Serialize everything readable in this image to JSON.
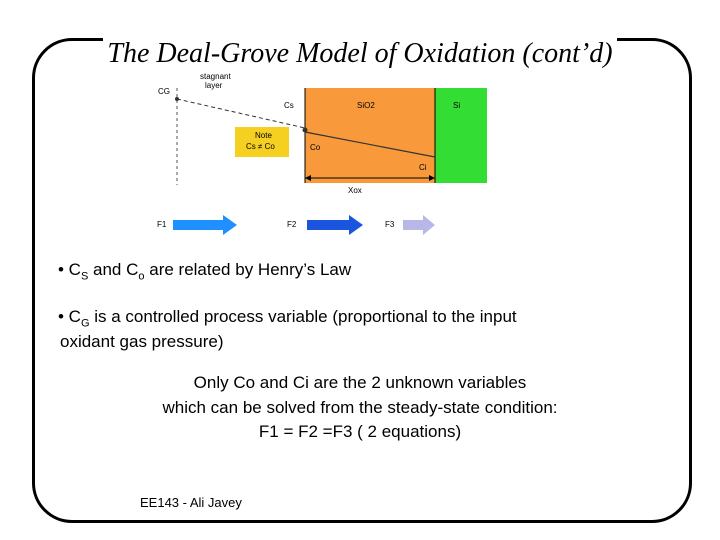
{
  "title": "The Deal-Grove Model of Oxidation (cont’d)",
  "diagram": {
    "stagnant_layer_line1": "stagnant",
    "stagnant_layer_line2": "layer",
    "cg": "CG",
    "cs": "Cs",
    "co": "Co",
    "ci": "Ci",
    "sio2": "SiO2",
    "si": "Si",
    "note_title": "Note",
    "note_body": "Cs ≠ Co",
    "xox": "Xox",
    "f1": "F1",
    "f2": "F2",
    "f3": "F3",
    "colors": {
      "sio2": "#f89a3c",
      "si": "#33dd33",
      "note": "#f5d020",
      "arrow": "#1e90ff"
    }
  },
  "bullets": {
    "b1_prefix": "• C",
    "b1_sub1": "S",
    "b1_mid": " and C",
    "b1_sub2": "o",
    "b1_suffix": " are related by Henry’s Law",
    "b2_prefix": "• C",
    "b2_sub": "G",
    "b2_line1": " is a controlled process variable (proportional  to the input",
    "b2_line2": "oxidant gas pressure)"
  },
  "conclusion": {
    "line1": "Only Co and Ci are the 2 unknown variables",
    "line2": "which can be solved from the steady-state condition:",
    "line3": "F1 = F2 =F3 ( 2 equations)"
  },
  "footer": "EE143 - Ali Javey"
}
